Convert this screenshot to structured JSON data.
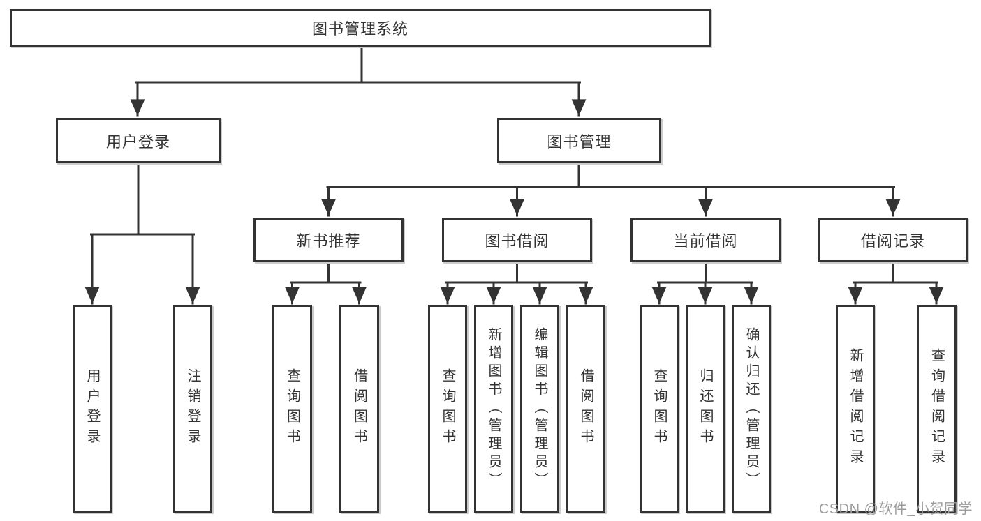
{
  "nodes": {
    "root": {
      "label": "图书管理系统"
    },
    "user_login": {
      "label": "用户登录"
    },
    "book_management": {
      "label": "图书管理"
    },
    "new_book_recommend": {
      "label": "新书推荐"
    },
    "book_borrow": {
      "label": "图书借阅"
    },
    "current_borrow": {
      "label": "当前借阅"
    },
    "borrow_records": {
      "label": "借阅记录"
    },
    "leaf_user_login": {
      "label": "用户登录"
    },
    "leaf_logout": {
      "label": "注销登录"
    },
    "leaf_query_book_recommend": {
      "label": "查询图书"
    },
    "leaf_borrow_book_recommend": {
      "label": "借阅图书"
    },
    "leaf_query_book_borrow": {
      "label": "查询图书"
    },
    "leaf_add_book": {
      "label": "新增图书（管理员）"
    },
    "leaf_edit_book": {
      "label": "编辑图书（管理员）"
    },
    "leaf_borrow_book": {
      "label": "借阅图书"
    },
    "leaf_query_book_current": {
      "label": "查询图书"
    },
    "leaf_return_book": {
      "label": "归还图书"
    },
    "leaf_confirm_return": {
      "label": "确认归还（管理员）"
    },
    "leaf_add_borrow_record": {
      "label": "新增借阅记录"
    },
    "leaf_query_borrow_record": {
      "label": "查询借阅记录"
    }
  },
  "watermark": {
    "text": "CSDN @软件_小贺同学"
  },
  "colors": {
    "line": "#333333",
    "text": "#333333",
    "watermark": "#9c9c9c",
    "background": "#ffffff"
  }
}
